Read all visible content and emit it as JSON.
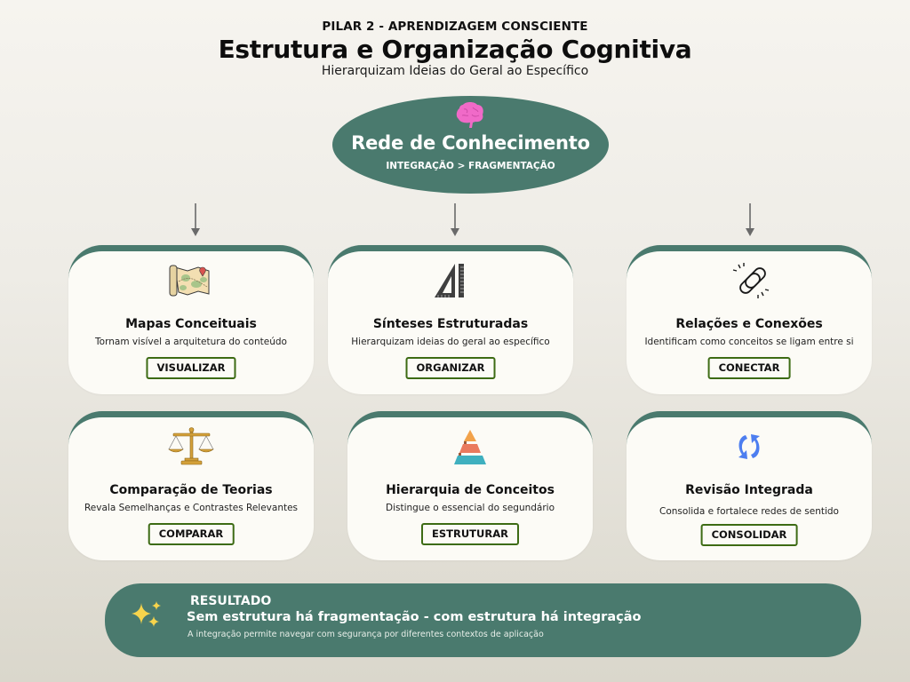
{
  "header": {
    "pillar": "PILAR 2 - APRENDIZAGEM CONSCIENTE",
    "title": "Estrutura e Organização Cognitiva",
    "subtitle": "Hierarquizam Ideias do Geral ao Específico"
  },
  "center_node": {
    "icon": "brain-icon",
    "title": "Rede de Conhecimento",
    "subtitle": "INTEGRAÇÃO > FRAGMENTAÇÃO"
  },
  "cards": [
    {
      "icon": "map-icon",
      "title": "Mapas Conceituais",
      "description": "Tornam visível a arquitetura do conteúdo",
      "button": "VISUALIZAR"
    },
    {
      "icon": "ruler-triangle-icon",
      "title": "Sínteses Estruturadas",
      "description": "Hierarquizam ideias do geral ao específico",
      "button": "ORGANIZAR"
    },
    {
      "icon": "chain-link-icon",
      "title": "Relações e Conexões",
      "description": "Identificam como conceitos se ligam entre si",
      "button": "CONECTAR"
    },
    {
      "icon": "balance-scale-icon",
      "title": "Comparação de Teorias",
      "description": "Revala Semelhanças e Contrastes Relevantes",
      "button": "COMPARAR"
    },
    {
      "icon": "pyramid-icon",
      "title": "Hierarquia de Conceitos",
      "description": "Distingue o essencial do segundário",
      "button": "ESTRUTURAR"
    },
    {
      "icon": "refresh-icon",
      "title": "Revisão Integrada",
      "description": "Consolida e fortalece redes de sentido",
      "button": "CONSOLIDAR"
    }
  ],
  "result": {
    "icon": "sparkle-icon",
    "label": "RESULTADO",
    "title": "Sem estrutura há fragmentação - com estrutura há integração",
    "description": "A integração permite navegar com segurança por diferentes contextos de aplicação"
  },
  "colors": {
    "primary_green": "#4a7a6e",
    "button_border": "#3d6b14",
    "card_bg": "#fcfbf6",
    "brain_pink": "#f06ac8",
    "sparkle_yellow": "#f7d44c"
  }
}
